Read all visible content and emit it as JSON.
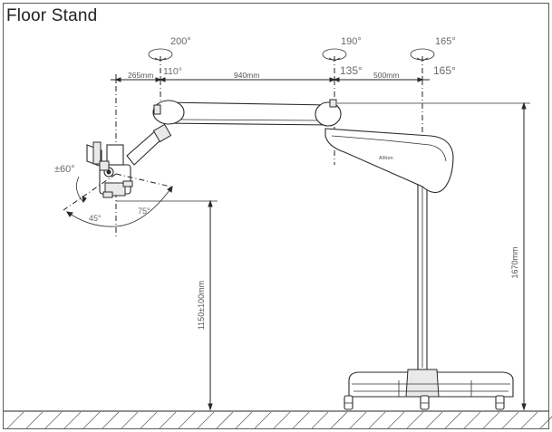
{
  "title": "Floor Stand",
  "angles": {
    "arm1_rotation": "200°",
    "arm1_rotation_alt": "110°",
    "arm2_rotation": "190°",
    "arm2_rotation_alt": "135°",
    "stand_rotation": "165°",
    "stand_rotation_alt": "165°",
    "head_tilt": "±60°",
    "head_swing_a": "45°",
    "head_swing_b": "75°"
  },
  "dimensions": {
    "offset_left": "265mm",
    "arm1_length": "940mm",
    "arm2_length": "500mm",
    "column_height": "1670mm",
    "working_height": "1150±100mm"
  }
}
